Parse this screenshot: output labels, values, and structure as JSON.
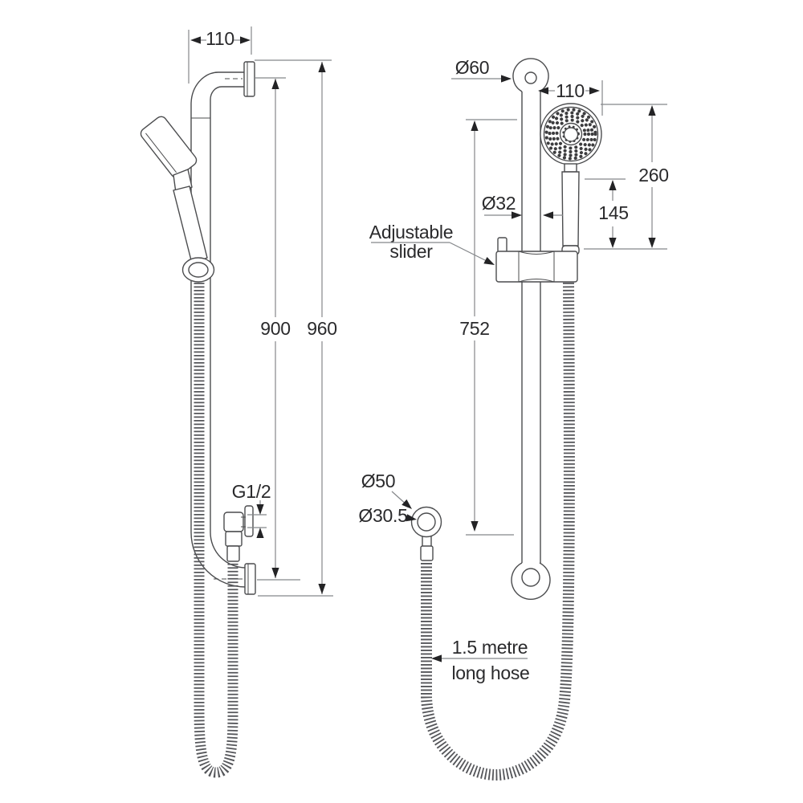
{
  "side_view": {
    "dim_wall_offset": "110",
    "dim_mount_height": "900",
    "dim_overall_height": "960",
    "thread_label": "G1/2"
  },
  "front_view": {
    "dim_top_bend_diameter": "Ø60",
    "dim_head_offset": "110",
    "dim_head_assembly_height": "260",
    "dim_handle_length": "145",
    "dim_rail_diameter": "Ø32",
    "slider_label": {
      "line1": "Adjustable",
      "line2": "slider"
    },
    "dim_rail_length": "752",
    "dim_outlet_outer_diameter": "Ø50",
    "dim_outlet_inner_diameter": "Ø30.5",
    "hose_label": {
      "line1": "1.5 metre",
      "line2": "long hose"
    }
  },
  "colors": {
    "background": "#ffffff",
    "outline": "#4b4c4e",
    "dimension_line": "#85878a",
    "arrowhead": "#232325",
    "text": "#2a2a2c",
    "hose": "#55565a"
  }
}
